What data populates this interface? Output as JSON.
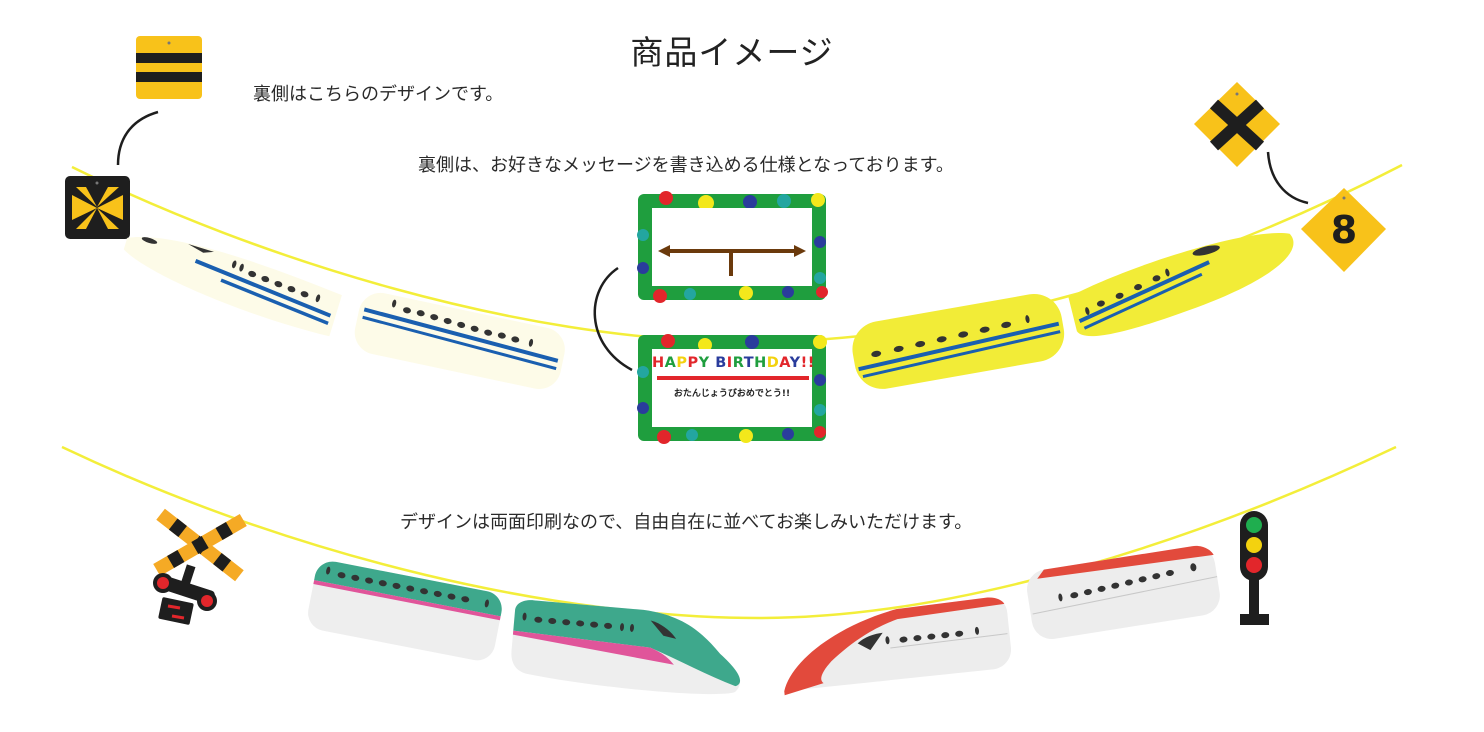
{
  "page": {
    "title": "商品イメージ",
    "captions": {
      "back_design": "裏側はこちらのデザインです。",
      "message_back": "裏側は、お好きなメッセージを書き込める仕様となっております。",
      "double_sided": "デザインは両面印刷なので、自由自在に並べてお楽しみいただけます。"
    }
  },
  "garland_top": {
    "string_color": "#f3ee3a",
    "left_signs": [
      {
        "name": "striped-sign-back",
        "colors": {
          "bg": "#f8c21a",
          "stripe": "#1e1e1e"
        }
      },
      {
        "name": "pinwheel-sign-front",
        "colors": {
          "bg": "#1e1e1e",
          "fill": "#f8c21a"
        }
      }
    ],
    "right_signs": [
      {
        "name": "x-crossing-sign-back",
        "colors": {
          "bg": "#f8c21a",
          "mark": "#1e1e1e"
        }
      },
      {
        "name": "number-sign-front",
        "label": "8",
        "colors": {
          "bg": "#f8c21a",
          "mark": "#1e1e1e"
        }
      }
    ],
    "trains_left": {
      "body": "#fdfbe8",
      "stripe": "#1a5fb0",
      "windows": "#333333"
    },
    "trains_right": {
      "body": "#f2ec37",
      "stripe": "#1a5fb0",
      "windows": "#333333"
    }
  },
  "message_card": {
    "back": {
      "arrow_color": "#6b3a0c",
      "frame_color": "#1f9e3e"
    },
    "front": {
      "heading_letters": [
        {
          "ch": "H",
          "color": "#e2262b"
        },
        {
          "ch": "A",
          "color": "#1f9e3e"
        },
        {
          "ch": "P",
          "color": "#f3d20f"
        },
        {
          "ch": "P",
          "color": "#e2262b"
        },
        {
          "ch": "Y",
          "color": "#1f9e3e"
        },
        {
          "ch": " ",
          "color": "#000000"
        },
        {
          "ch": "B",
          "color": "#2a3c9c"
        },
        {
          "ch": "I",
          "color": "#e2262b"
        },
        {
          "ch": "R",
          "color": "#1f9e3e"
        },
        {
          "ch": "T",
          "color": "#2a3c9c"
        },
        {
          "ch": "H",
          "color": "#1f9e3e"
        },
        {
          "ch": "D",
          "color": "#f3d20f"
        },
        {
          "ch": "A",
          "color": "#e2262b"
        },
        {
          "ch": "Y",
          "color": "#2a3c9c"
        },
        {
          "ch": "!!",
          "color": "#e2262b"
        }
      ],
      "subtitle": "おたんじょうびおめでとう!!",
      "underline_color": "#e2262b"
    },
    "dot_colors": [
      "#e2262b",
      "#f3e81b",
      "#2a3c9c",
      "#23a6a0"
    ]
  },
  "garland_bottom": {
    "string_color": "#f3ee3a",
    "trains_left": {
      "top": "#3ea88c",
      "stripe": "#e0559a",
      "bottom": "#eeeeee"
    },
    "trains_right": {
      "top": "#e24a3c",
      "bottom": "#ededed"
    },
    "crossing_sign": {
      "bars": "#f5aa25",
      "bands": "#1e1e1e",
      "lights": "#e2262b"
    },
    "traffic_light": {
      "green": "#1fae4f",
      "yellow": "#f3d20f",
      "red": "#e2262b",
      "body": "#1e1e1e"
    }
  }
}
